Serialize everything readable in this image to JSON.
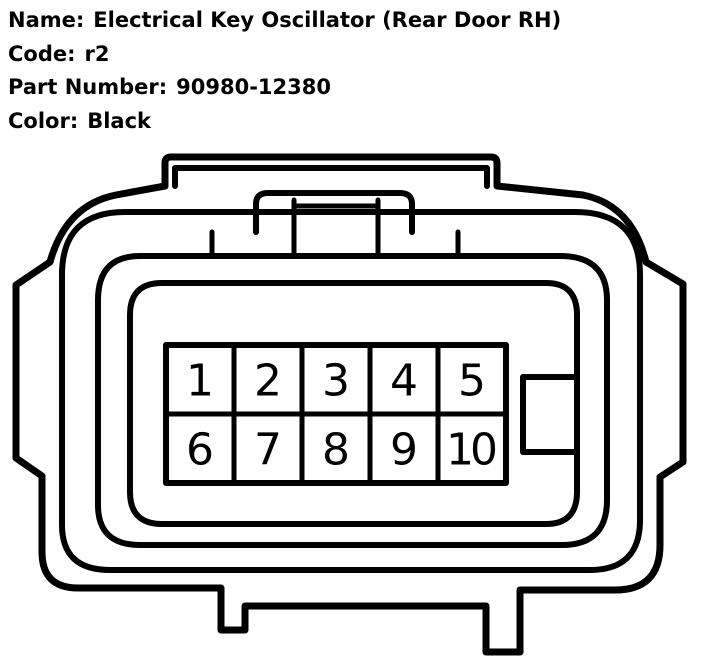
{
  "header": {
    "name_label": "Name:",
    "name_value": "Electrical Key Oscillator (Rear Door RH)",
    "code_label": "Code:",
    "code_value": "r2",
    "part_label": "Part Number:",
    "part_value": "90980-12380",
    "color_label": "Color:",
    "color_value": "Black"
  },
  "connector": {
    "line_color": "#000000",
    "fill_color": "#ffffff",
    "pins": [
      {
        "label": "1"
      },
      {
        "label": "2"
      },
      {
        "label": "3"
      },
      {
        "label": "4"
      },
      {
        "label": "5"
      },
      {
        "label": "6"
      },
      {
        "label": "7"
      },
      {
        "label": "8"
      },
      {
        "label": "9"
      },
      {
        "label": "10"
      }
    ]
  }
}
